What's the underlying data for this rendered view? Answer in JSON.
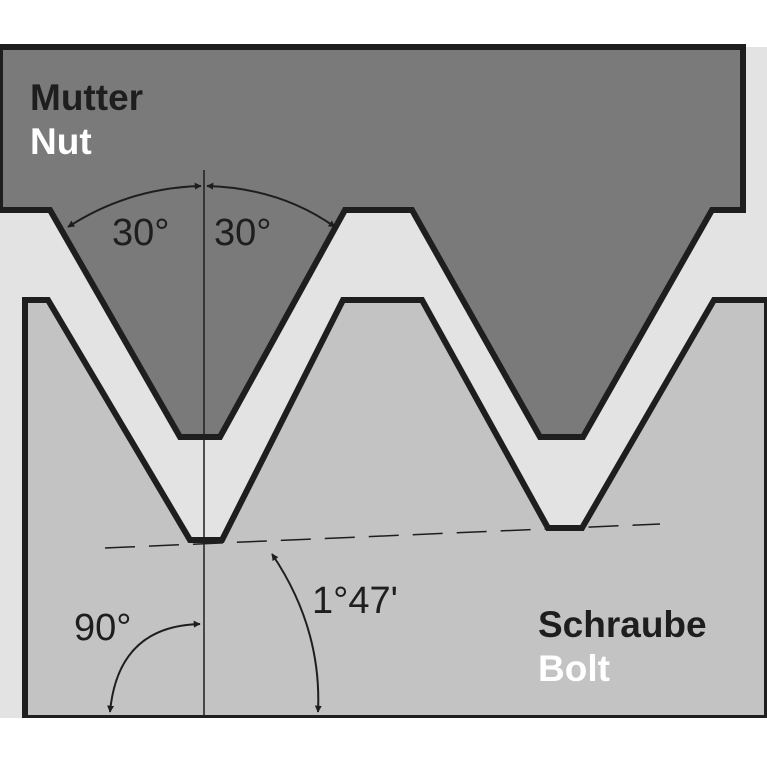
{
  "nut_label": {
    "de": "Mutter",
    "en": "Nut"
  },
  "bolt_label": {
    "de": "Schraube",
    "en": "Bolt"
  },
  "angles": {
    "flank_left": "30°",
    "flank_right": "30°",
    "right_angle": "90°",
    "taper": "1°47'"
  },
  "colors": {
    "nut": "#7a7a7b",
    "bolt": "#c3c3c4",
    "gap": "#e3e3e3",
    "outline": "#1e1e1e",
    "background": "#ffffff"
  }
}
